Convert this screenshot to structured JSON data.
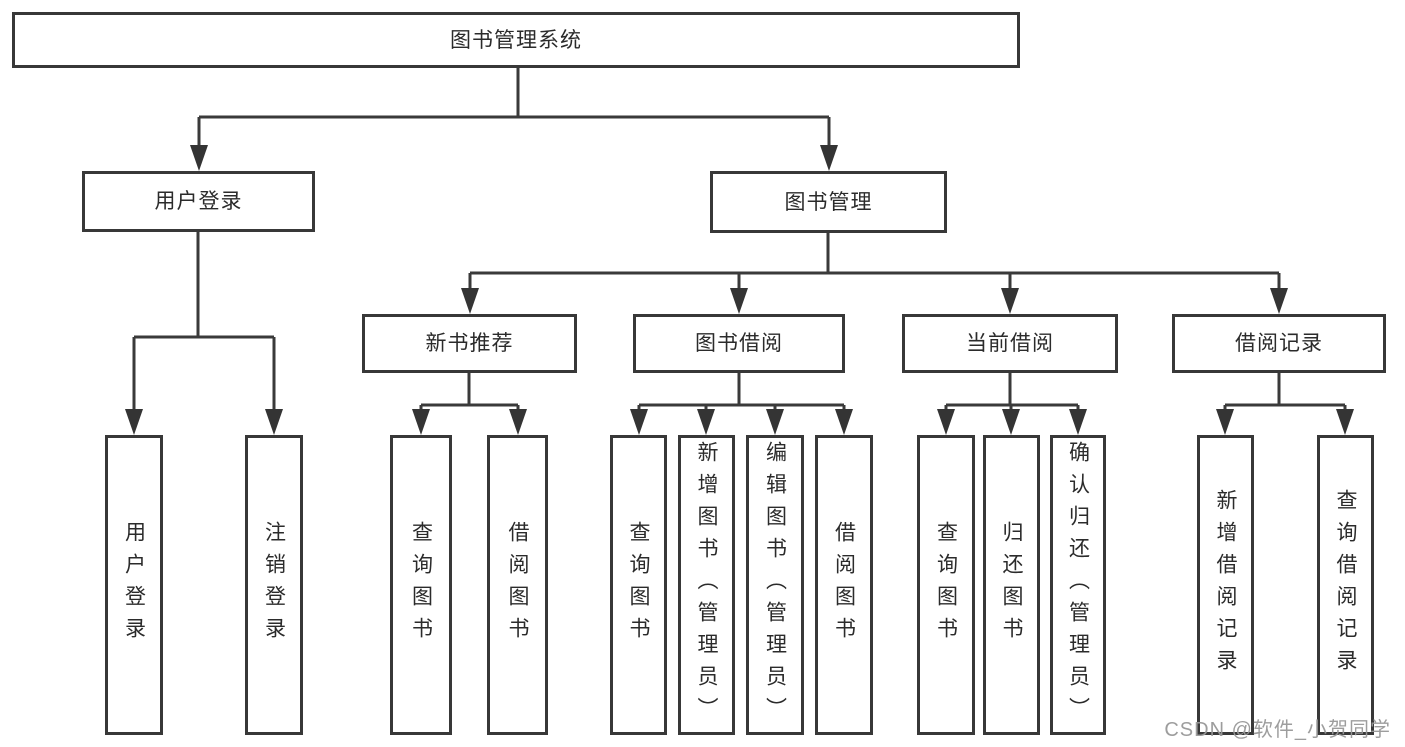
{
  "diagram": {
    "root": {
      "label": "图书管理系统"
    },
    "branches": [
      {
        "label": "用户登录",
        "children": [
          {
            "label": "用户登录"
          },
          {
            "label": "注销登录"
          }
        ]
      },
      {
        "label": "图书管理",
        "children": [
          {
            "label": "新书推荐",
            "children": [
              {
                "label": "查询图书"
              },
              {
                "label": "借阅图书"
              }
            ]
          },
          {
            "label": "图书借阅",
            "children": [
              {
                "label": "查询图书"
              },
              {
                "label": "新增图书（管理员）"
              },
              {
                "label": "编辑图书（管理员）"
              },
              {
                "label": "借阅图书"
              }
            ]
          },
          {
            "label": "当前借阅",
            "children": [
              {
                "label": "查询图书"
              },
              {
                "label": "归还图书"
              },
              {
                "label": "确认归还（管理员）"
              }
            ]
          },
          {
            "label": "借阅记录",
            "children": [
              {
                "label": "新增借阅记录"
              },
              {
                "label": "查询借阅记录"
              }
            ]
          }
        ]
      }
    ]
  },
  "watermark": {
    "text": "CSDN @软件_小贺同学"
  },
  "colors": {
    "line": "#3a3a3a",
    "border": "#383838",
    "text": "#2b2b2b",
    "background": "#ffffff",
    "watermark": "#989898"
  }
}
